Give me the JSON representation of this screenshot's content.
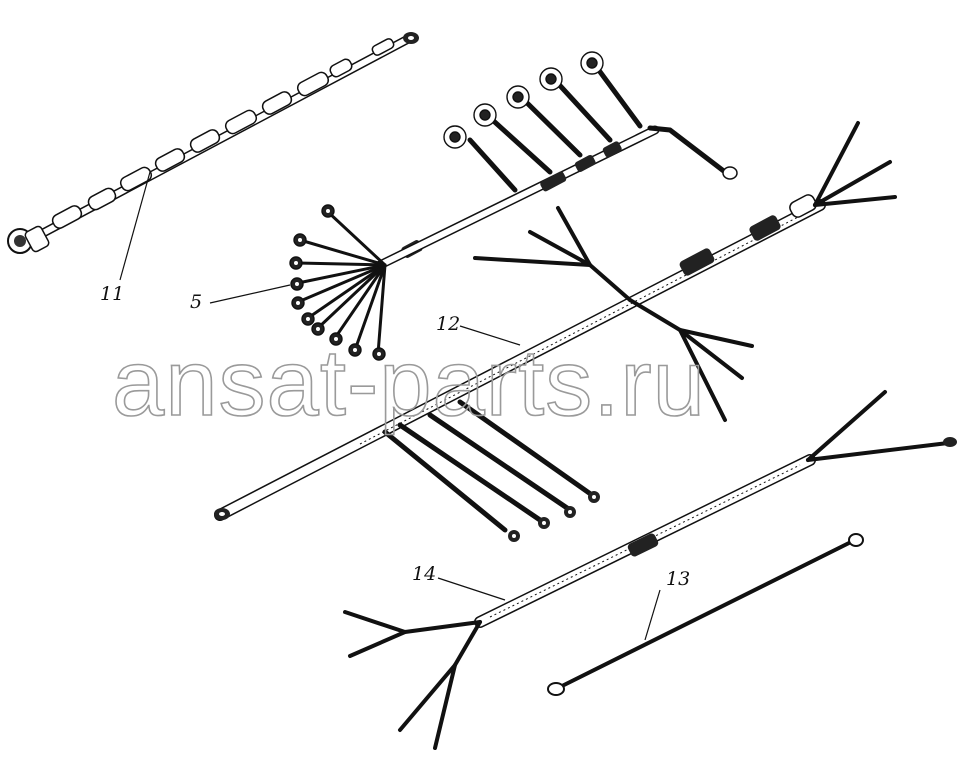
{
  "callouts": {
    "c11": "11",
    "c5": "5",
    "c12": "12",
    "c14": "14",
    "c13": "13"
  },
  "watermark": "ansat-parts.ru"
}
